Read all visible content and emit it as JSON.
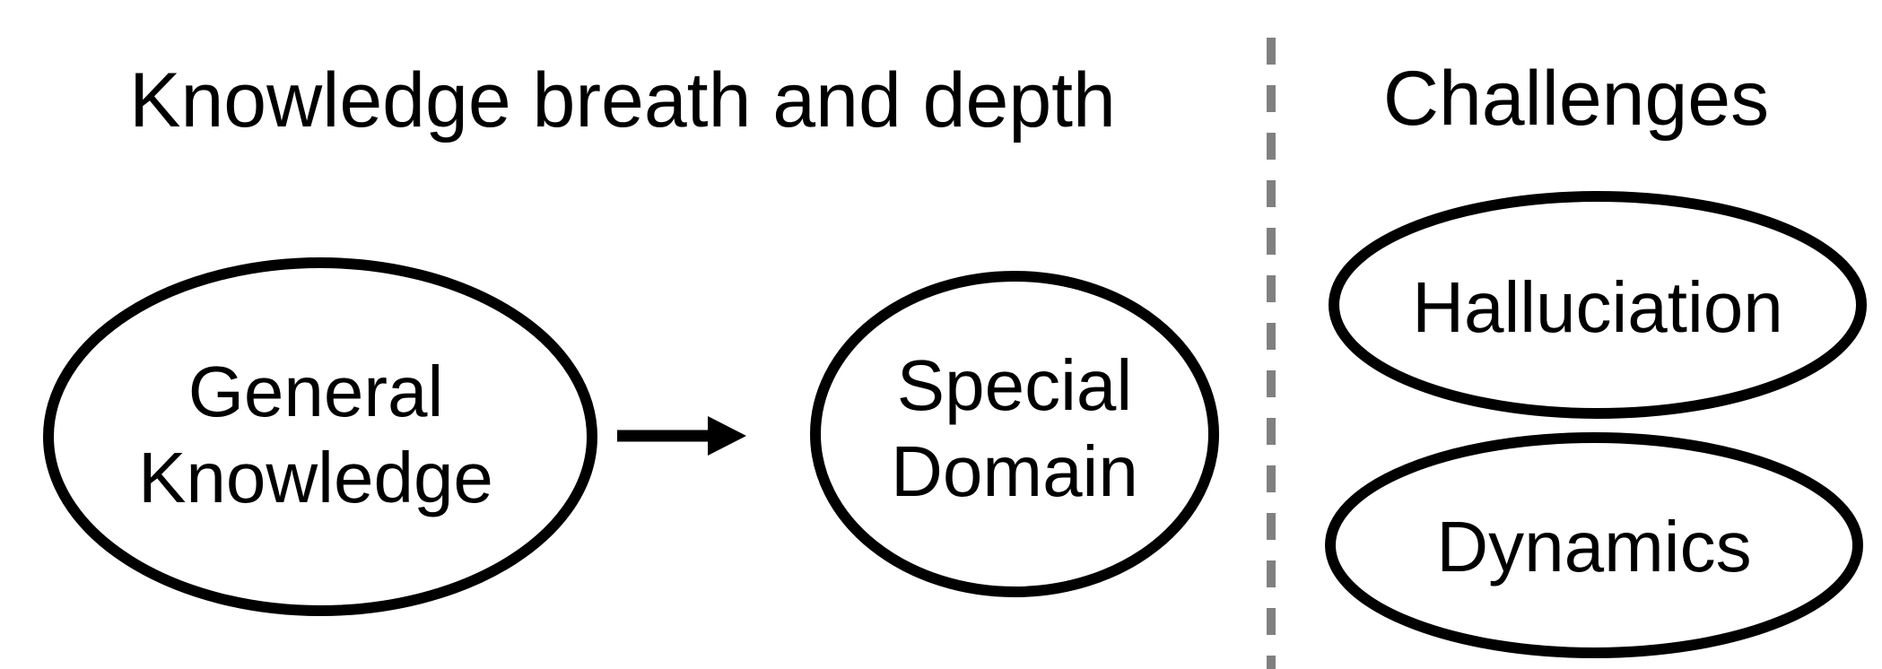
{
  "diagram": {
    "background": "#ffffff",
    "left_section": {
      "title": "Knowledge breath and depth",
      "general_node": {
        "line1": "General",
        "line2": "Knowledge"
      },
      "special_node": {
        "line1": "Special",
        "line2": "Domain"
      }
    },
    "right_section": {
      "title": "Challenges",
      "challenge_nodes": [
        {
          "label": "Halluciation"
        },
        {
          "label": "Dynamics"
        }
      ]
    },
    "colors": {
      "shape_stroke": "#000000",
      "text": "#000000",
      "divider": "#808080",
      "arrow": "#000000"
    }
  }
}
